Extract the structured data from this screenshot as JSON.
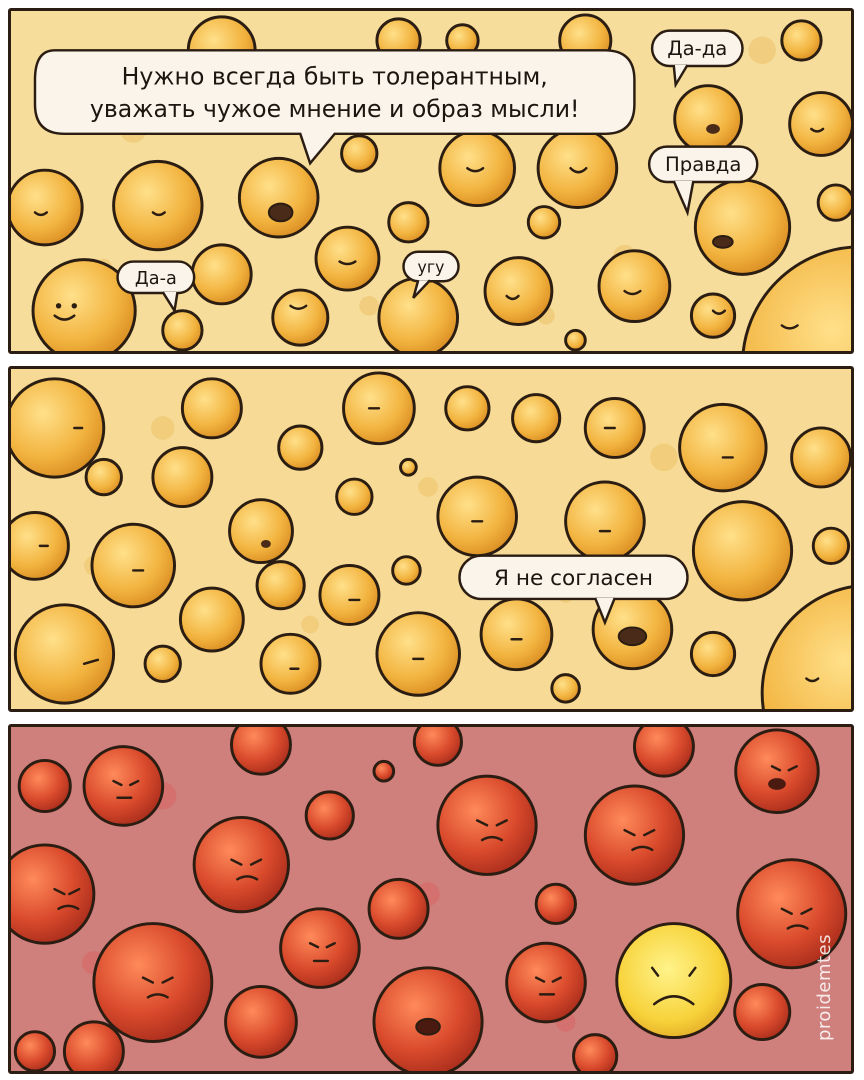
{
  "comic": {
    "panel1": {
      "speech_main_line1": "Нужно всегда быть толерантным,",
      "speech_main_line2": "уважать чужое мнение и образ мысли!",
      "reply_da_da": "Да-да",
      "reply_pravda": "Правда",
      "reply_da_a": "Да-а",
      "reply_ugu": "угу"
    },
    "panel2": {
      "speech_disagree": "Я не согласен"
    },
    "watermark": "proidemtes",
    "colors": {
      "panel_cream": "#f6dd9b",
      "ball_yellow": "#f0b540",
      "panel_red": "#cf7f7c",
      "ball_red": "#d9452a",
      "outline": "#2b1d12"
    }
  }
}
